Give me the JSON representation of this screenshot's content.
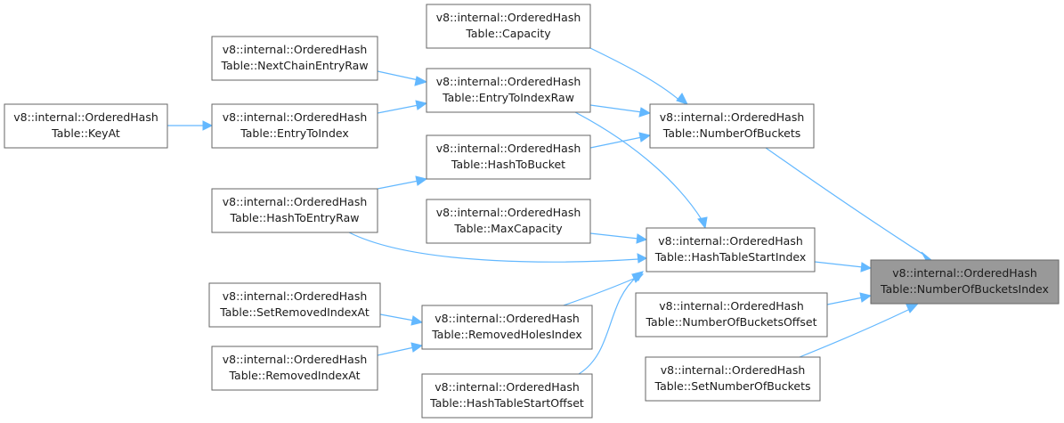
{
  "colors": {
    "edge": "#63b8ff",
    "node_border": "#666666",
    "node_fill": "#ffffff",
    "focus_fill": "#999999"
  },
  "nodes": {
    "capacity": [
      "v8::internal::OrderedHash",
      "Table::Capacity"
    ],
    "next_chain_entry_raw": [
      "v8::internal::OrderedHash",
      "Table::NextChainEntryRaw"
    ],
    "entry_to_index_raw": [
      "v8::internal::OrderedHash",
      "Table::EntryToIndexRaw"
    ],
    "key_at": [
      "v8::internal::OrderedHash",
      "Table::KeyAt"
    ],
    "entry_to_index": [
      "v8::internal::OrderedHash",
      "Table::EntryToIndex"
    ],
    "number_of_buckets": [
      "v8::internal::OrderedHash",
      "Table::NumberOfBuckets"
    ],
    "hash_to_bucket": [
      "v8::internal::OrderedHash",
      "Table::HashToBucket"
    ],
    "hash_to_entry_raw": [
      "v8::internal::OrderedHash",
      "Table::HashToEntryRaw"
    ],
    "max_capacity": [
      "v8::internal::OrderedHash",
      "Table::MaxCapacity"
    ],
    "hash_table_start_index": [
      "v8::internal::OrderedHash",
      "Table::HashTableStartIndex"
    ],
    "number_of_buckets_index": [
      "v8::internal::OrderedHash",
      "Table::NumberOfBucketsIndex"
    ],
    "set_removed_index_at": [
      "v8::internal::OrderedHash",
      "Table::SetRemovedIndexAt"
    ],
    "number_of_buckets_offset": [
      "v8::internal::OrderedHash",
      "Table::NumberOfBucketsOffset"
    ],
    "removed_holes_index": [
      "v8::internal::OrderedHash",
      "Table::RemovedHolesIndex"
    ],
    "removed_index_at": [
      "v8::internal::OrderedHash",
      "Table::RemovedIndexAt"
    ],
    "set_number_of_buckets": [
      "v8::internal::OrderedHash",
      "Table::SetNumberOfBuckets"
    ],
    "hash_table_start_offset": [
      "v8::internal::OrderedHash",
      "Table::HashTableStartOffset"
    ]
  },
  "edges": [
    [
      "capacity",
      "number_of_buckets"
    ],
    [
      "next_chain_entry_raw",
      "entry_to_index_raw"
    ],
    [
      "entry_to_index_raw",
      "number_of_buckets"
    ],
    [
      "entry_to_index_raw",
      "hash_table_start_index"
    ],
    [
      "key_at",
      "entry_to_index"
    ],
    [
      "entry_to_index",
      "entry_to_index_raw"
    ],
    [
      "hash_to_bucket",
      "number_of_buckets"
    ],
    [
      "hash_to_entry_raw",
      "hash_to_bucket"
    ],
    [
      "hash_to_entry_raw",
      "hash_table_start_index"
    ],
    [
      "max_capacity",
      "hash_table_start_index"
    ],
    [
      "number_of_buckets",
      "number_of_buckets_index"
    ],
    [
      "hash_table_start_index",
      "number_of_buckets_index"
    ],
    [
      "number_of_buckets_offset",
      "number_of_buckets_index"
    ],
    [
      "set_number_of_buckets",
      "number_of_buckets_index"
    ],
    [
      "set_removed_index_at",
      "removed_holes_index"
    ],
    [
      "removed_index_at",
      "removed_holes_index"
    ],
    [
      "removed_holes_index",
      "hash_table_start_index"
    ],
    [
      "hash_table_start_offset",
      "hash_table_start_index"
    ]
  ]
}
